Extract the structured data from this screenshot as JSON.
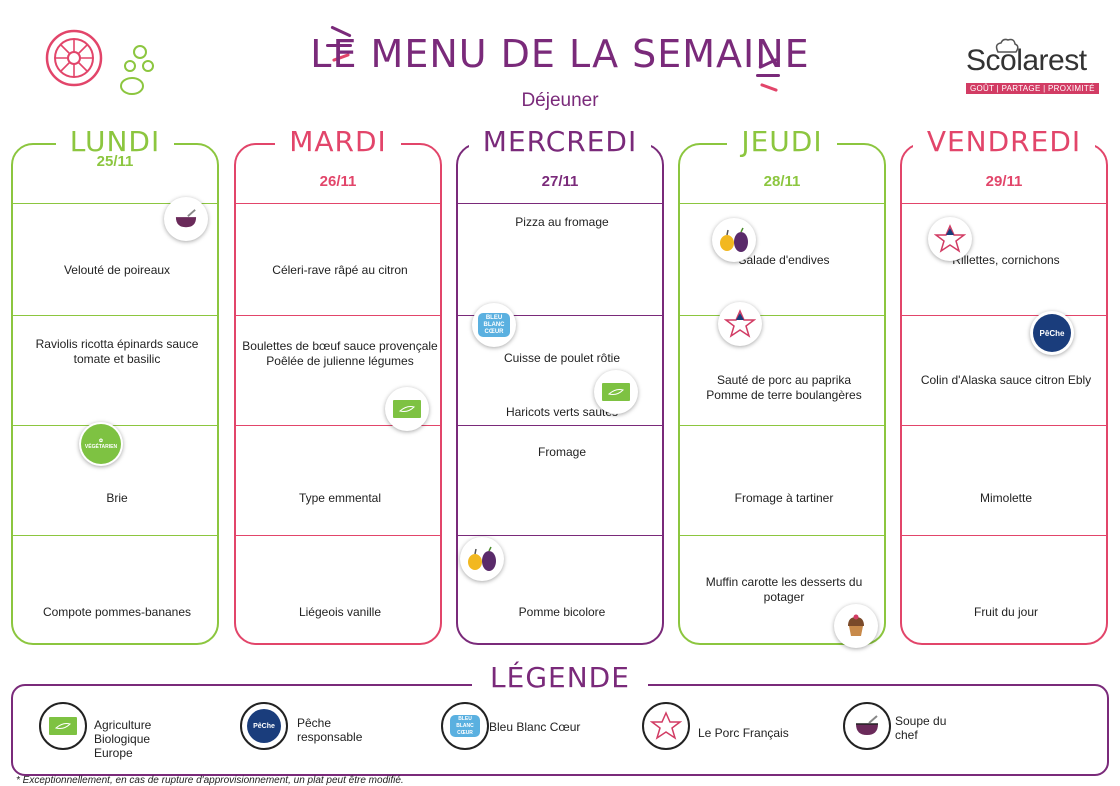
{
  "header": {
    "title": "LE MENU DE LA SEMAINE",
    "subtitle": "Déjeuner",
    "logo_text": "Scolarest",
    "logo_tagline": "GOÛT | PARTAGE | PROXIMITÉ"
  },
  "colors": {
    "green": "#8cc63f",
    "pink": "#e2456a",
    "purple": "#7a2a7a"
  },
  "days": [
    {
      "name": "LUNDI",
      "date": "25/11",
      "color": "green",
      "items": [
        "Velouté de poireaux",
        "Raviolis ricotta épinards sauce tomate et basilic",
        "Brie",
        "Compote pommes-bananes"
      ]
    },
    {
      "name": "MARDI",
      "date": "26/11",
      "color": "pink",
      "items": [
        "Céleri-rave râpé au citron",
        "Boulettes de bœuf sauce provençale\nPoêlée de julienne légumes",
        "Type emmental",
        "Liégeois vanille"
      ]
    },
    {
      "name": "MERCREDI",
      "date": "27/11",
      "color": "purple",
      "items": [
        "Pizza au fromage",
        "Cuisse de poulet rôtie",
        "Haricots verts sautés",
        "Fromage",
        "Pomme bicolore"
      ]
    },
    {
      "name": "JEUDI",
      "date": "28/11",
      "color": "green",
      "items": [
        "Salade d'endives",
        "Sauté de porc au paprika\nPomme de terre boulangères",
        "Fromage à tartiner",
        "Muffin carotte les desserts du potager"
      ]
    },
    {
      "name": "VENDREDI",
      "date": "29/11",
      "color": "pink",
      "items": [
        "Rillettes, cornichons",
        "Colin d'Alaska sauce citron Ebly",
        "Mimolette",
        "Fruit du jour"
      ]
    }
  ],
  "badges": {
    "vegetarien": "VÉGÉTARIEN",
    "bleu_blanc_coeur": "BLEU BLANC CŒUR",
    "peche": "PêChe",
    "porc": "LE PORC FRANÇAIS"
  },
  "legend": {
    "title": "LÉGENDE",
    "items": [
      {
        "icon": "eu-organic-icon",
        "label": "Agriculture\nBiologique\nEurope"
      },
      {
        "icon": "peche-responsable-icon",
        "label": "Pêche\nresponsable"
      },
      {
        "icon": "bleu-blanc-coeur-icon",
        "label": "Bleu Blanc Cœur"
      },
      {
        "icon": "porc-francais-icon",
        "label": "Le Porc Français"
      },
      {
        "icon": "soupe-du-chef-icon",
        "label": "Soupe du\nchef"
      }
    ]
  },
  "footnote": "* Exceptionnellement, en cas de rupture d'approvisionnement, un plat peut être modifié."
}
